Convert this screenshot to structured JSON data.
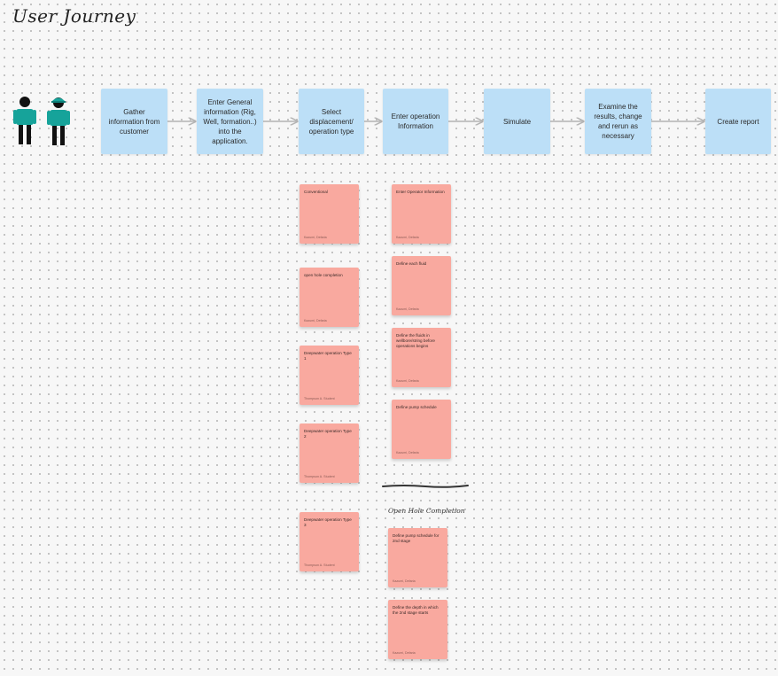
{
  "board": {
    "title": "User Journey"
  },
  "colors": {
    "step_fill": "#bcdff7",
    "sticky_fill": "#f9a99f",
    "arrow": "#b4b4b4",
    "persona_teal": "#16a39a"
  },
  "personas": [
    {
      "name": "person-icon"
    },
    {
      "name": "helmet-worker-icon"
    }
  ],
  "steps": [
    {
      "label": "Gather information from customer"
    },
    {
      "label": "Enter General information (Rig, Well, formation..) into the application."
    },
    {
      "label": "Select displacement/ operation type"
    },
    {
      "label": "Enter operation Information"
    },
    {
      "label": "Simulate"
    },
    {
      "label": "Examine the results, change and rerun as necessary"
    },
    {
      "label": "Create report"
    }
  ],
  "stickies_operation_type": [
    {
      "text": "Conventional",
      "author": "Kazumi, Defaria"
    },
    {
      "text": "open hole completion",
      "author": "Kazumi, Defaria"
    },
    {
      "text": "Deepwater operation Type 1",
      "author": "Thompson A. Student"
    },
    {
      "text": "Deepwater operation Type 2",
      "author": "Thompson A. Student"
    },
    {
      "text": "Deepwater operation Type 3",
      "author": "Thompson A. Student"
    }
  ],
  "stickies_operation_info": [
    {
      "text": "Enter Operator Information",
      "author": "Kazumi, Defaria"
    },
    {
      "text": "Define each fluid",
      "author": "Kazumi, Defaria"
    },
    {
      "text": "Define the fluids in wellbore/string before operations begins",
      "author": "Kazumi, Defaria"
    },
    {
      "text": "Define pump schedule",
      "author": "Kazumi, Defaria"
    }
  ],
  "open_hole": {
    "label": "Open Hole Completion",
    "stickies": [
      {
        "text": "Define pump schedule for 2nd stage",
        "author": "Kazumi, Defaria"
      },
      {
        "text": "Define the depth in which the 2nd stage starts",
        "author": "Kazumi, Defaria"
      }
    ]
  }
}
